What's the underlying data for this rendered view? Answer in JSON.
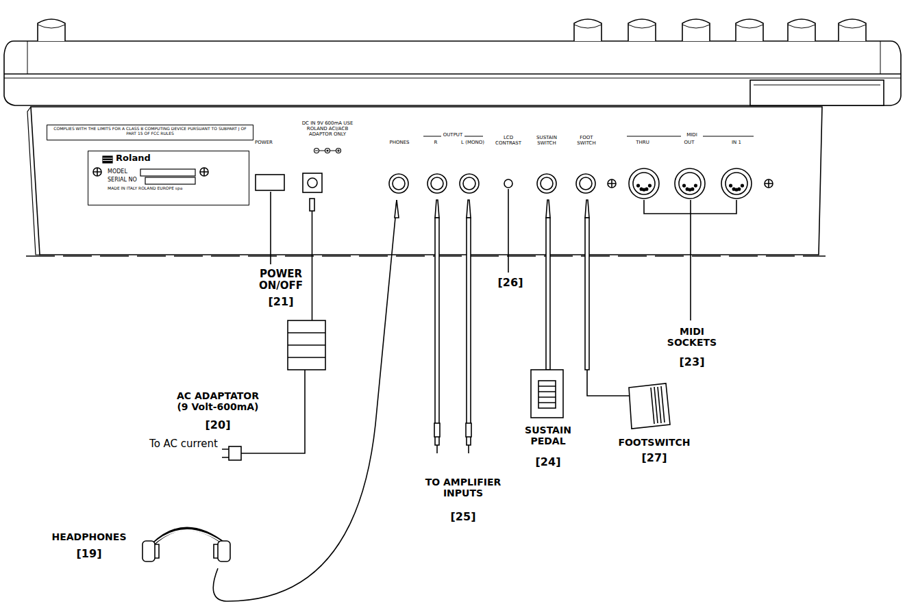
{
  "diagram": {
    "nodes": [
      {
        "text": [
          "COMPLIES WITH THE LIMITS FOR A CLASS B COMPUTING DEVICE PURSUANT TO SUBPART J OF PART 15 OF FCC RULES"
        ]
      },
      {
        "text": [
          "Roland",
          "MODEL",
          "SERIAL NO",
          "MADE IN ITALY ROLAND EUROPE spa"
        ]
      }
    ],
    "labels": [
      "POWER",
      "DC IN 9V 600mA USE ROLAND ACI/ACB ADAPTOR ONLY",
      "PHONES",
      "OUTPUT",
      "R",
      "L (MONO)",
      "LCD CONTRAST",
      "SUSTAIN SWITCH",
      "FOOT SWITCH",
      "MIDI",
      "THRU",
      "OUT",
      "IN 1",
      "POWER ON/OFF",
      "[21]",
      "AC ADAPTATOR (9 Volt-600mA)",
      "[20]",
      "To AC current",
      "HEADPHONES",
      "[19]",
      "TO AMPLIFIER INPUTS",
      "[25]",
      "[26]",
      "SUSTAIN PEDAL",
      "[24]",
      "FOOTSWITCH",
      "[27]",
      "MIDI SOCKETS",
      "[23]"
    ]
  }
}
